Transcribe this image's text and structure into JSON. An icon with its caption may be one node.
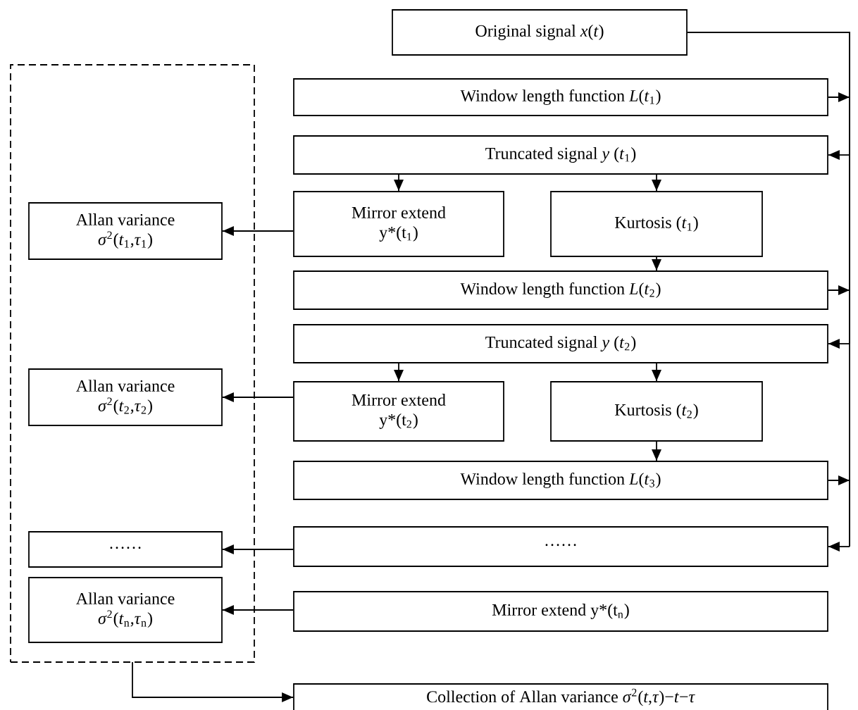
{
  "diagram": {
    "nodes": [
      {
        "text": [
          "Original signal *x*(*t*)"
        ]
      },
      {
        "text": [
          "Window length function *L*(*t*$_{1}$)"
        ]
      },
      {
        "text": [
          "Truncated signal *y* (*t*$_{1}$)"
        ]
      },
      {
        "text": [
          "Mirror extend y*(t$_{1}$)"
        ]
      },
      {
        "text": [
          "Kurtosis (*t*$_{1}$)"
        ]
      },
      {
        "text": [
          "Window length function *L*(*t*$_{2}$)"
        ]
      },
      {
        "text": [
          "Truncated signal *y* (*t*$_{2}$)"
        ]
      },
      {
        "text": [
          "Mirror extend y*(t$_{2}$)"
        ]
      },
      {
        "text": [
          "Kurtosis (*t*$_{2}$)"
        ]
      },
      {
        "text": [
          "Window length function *L*(*t*$_{3}$)"
        ]
      },
      {
        "text": [
          "……"
        ]
      },
      {
        "text": [
          "Mirror extend y*(t$_{n}$)"
        ]
      },
      {
        "text": [],
        "shape": "box"
      },
      {
        "text": [
          "Allan variance *σ*$^{2}$(*t*$_{1}$,*τ*$_{1}$)"
        ],
        "in": 12
      },
      {
        "text": [
          "Allan variance *σ*$^{2}$(*t*$_{2}$,*τ*$_{2}$)"
        ],
        "in": 12
      },
      {
        "text": [
          "……"
        ],
        "in": 12
      },
      {
        "text": [
          "Allan variance *σ*$^{2}$(*t*$_{n}$,*τ*$_{n}$)"
        ],
        "in": 12
      },
      {
        "text": [
          "Collection of Allan variance *σ*$^{2}$(*t*,*τ*)−*t*−*τ*"
        ]
      }
    ],
    "edges": [
      {
        "from": 0,
        "to": 2,
        "arrow": "to"
      },
      {
        "from": 1,
        "to": 2,
        "arrow": "to"
      },
      {
        "from": 2,
        "to": 3,
        "arrow": "to"
      },
      {
        "from": 2,
        "to": 4,
        "arrow": "to"
      },
      {
        "from": 3,
        "to": 13,
        "arrow": "to"
      },
      {
        "from": 4,
        "to": 5,
        "arrow": "to"
      },
      {
        "from": 0,
        "to": 6,
        "arrow": "to"
      },
      {
        "from": 5,
        "to": 6,
        "arrow": "to"
      },
      {
        "from": 6,
        "to": 7,
        "arrow": "to"
      },
      {
        "from": 6,
        "to": 8,
        "arrow": "to"
      },
      {
        "from": 7,
        "to": 14,
        "arrow": "to"
      },
      {
        "from": 8,
        "to": 9,
        "arrow": "to"
      },
      {
        "from": 0,
        "to": 10,
        "arrow": "to"
      },
      {
        "from": 9,
        "to": 10,
        "arrow": "to"
      },
      {
        "from": 10,
        "to": 15,
        "arrow": "to"
      },
      {
        "from": 11,
        "to": 16,
        "arrow": "to"
      },
      {
        "from": 12,
        "to": 17,
        "arrow": "to"
      }
    ]
  }
}
